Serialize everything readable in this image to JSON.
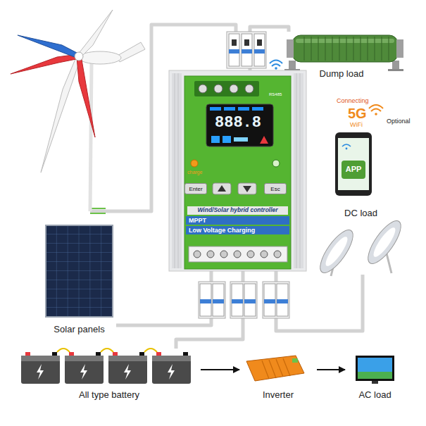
{
  "diagram": {
    "nodes": [
      {
        "text": [
          "Dump load"
        ]
      },
      {
        "text": [
          "APP"
        ]
      },
      {
        "text": [
          "Wind/Solar hybrid controller",
          "MPPT",
          "Low Voltage Charging"
        ]
      },
      {
        "text": [
          "Enter"
        ],
        "in": 2
      },
      {
        "text": [
          "Esc"
        ],
        "in": 2
      },
      {
        "text": [
          "DC load"
        ]
      },
      {
        "text": [
          "Solar panels"
        ]
      },
      {
        "text": [
          "All type battery"
        ]
      },
      {
        "text": [
          "Inverter"
        ]
      },
      {
        "text": [
          "AC load"
        ]
      }
    ],
    "edges": [
      {
        "from": 2,
        "to": 0,
        "arrow": "none"
      },
      {
        "from": 2,
        "to": 6,
        "arrow": "none"
      },
      {
        "from": 2,
        "to": 7,
        "arrow": "none"
      },
      {
        "from": 2,
        "to": 5,
        "arrow": "none"
      },
      {
        "from": 7,
        "to": 8,
        "arrow": "to"
      },
      {
        "from": 8,
        "to": 9,
        "arrow": "to"
      }
    ],
    "labels": [
      "Connecting",
      "5G",
      "WiFi",
      "Optional",
      "888.8",
      "charge",
      "RS485"
    ]
  }
}
